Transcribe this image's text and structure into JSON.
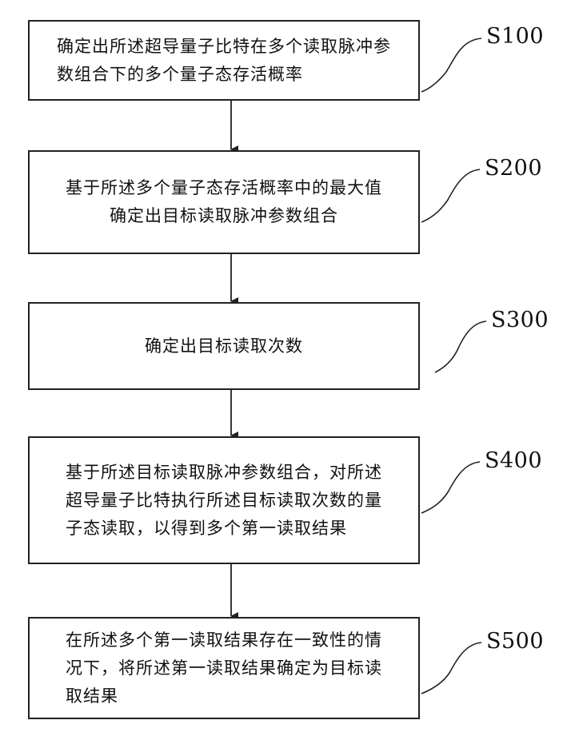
{
  "flowchart": {
    "steps": [
      {
        "id": "S100",
        "text": "确定出所述超导量子比特在多个读取脉冲参\n数组合下的多个量子态存活概率"
      },
      {
        "id": "S200",
        "text": "基于所述多个量子态存活概率中的最大值\n确定出目标读取脉冲参数组合"
      },
      {
        "id": "S300",
        "text": "确定出目标读取次数"
      },
      {
        "id": "S400",
        "text": "基于所述目标读取脉冲参数组合，对所述\n超导量子比特执行所述目标读取次数的量\n子态读取，以得到多个第一读取结果"
      },
      {
        "id": "S500",
        "text": "在所述多个第一读取结果存在一致性的情\n况下，将所述第一读取结果确定为目标读\n取结果"
      }
    ]
  }
}
